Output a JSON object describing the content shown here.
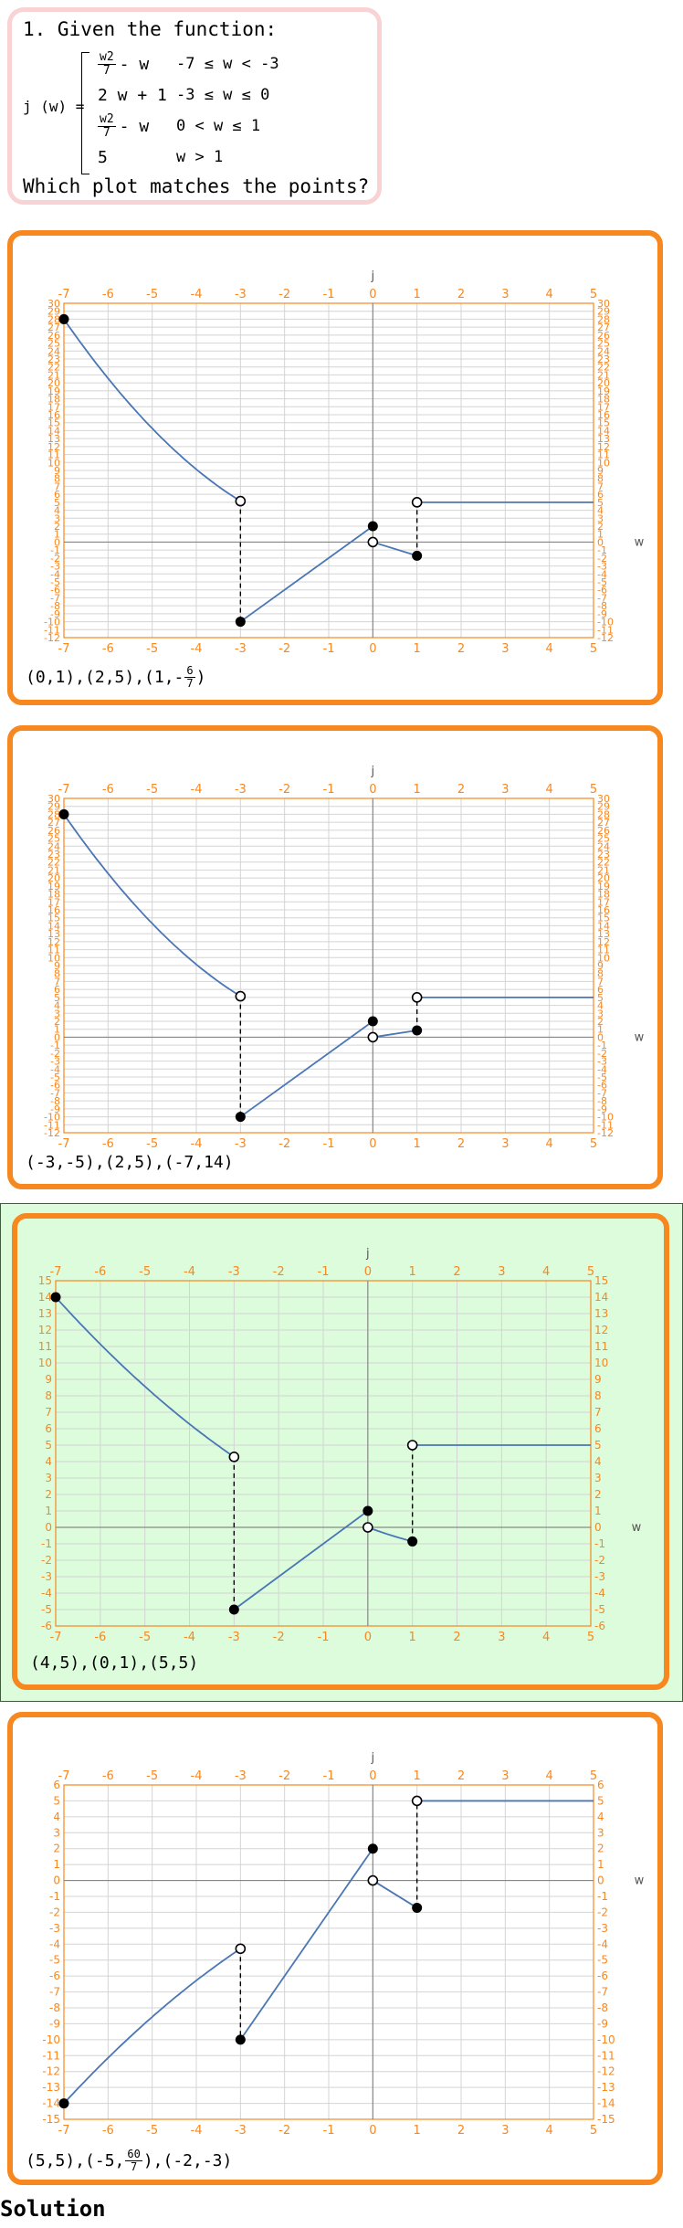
{
  "question": {
    "title": "1. Given the function:",
    "prompt": "Which plot matches the points?",
    "function_name": "j (w) =",
    "pieces": [
      {
        "expr_num": "w2",
        "expr_den": "7",
        "expr_rest": "- w",
        "cond": "-7 ≤ w < -3"
      },
      {
        "expr_plain": "2 w + 1",
        "cond": "-3 ≤ w ≤ 0"
      },
      {
        "expr_num": "w2",
        "expr_den": "7",
        "expr_rest": "- w",
        "cond": "0 < w ≤ 1"
      },
      {
        "expr_plain": "5",
        "cond": "w > 1"
      }
    ]
  },
  "options": [
    {
      "points_text": "(0,1),(2,5),(1,-",
      "points_frac_num": "6",
      "points_frac_den": "7",
      "points_tail": ")",
      "correct": false
    },
    {
      "points_text": "(-3,-5),(2,5),(-7,14)",
      "correct": false
    },
    {
      "points_text": "(4,5),(0,1),(5,5)",
      "correct": true
    },
    {
      "points_text": "(5,5),(-5,",
      "points_frac_num": "60",
      "points_frac_den": "7",
      "points_tail": "),(-2,-3)",
      "correct": false
    }
  ],
  "solution_label": "Solution",
  "colors": {
    "accent": "#f7871f",
    "curve": "#4a76b5",
    "correct_bg": "#dcfcdc",
    "question_border": "#f9d2d4"
  },
  "chart_data": [
    {
      "type": "line",
      "xlabel": "w",
      "ylabel": "j",
      "xlim": [
        -7,
        5
      ],
      "ylim": [
        -12,
        30
      ],
      "xticks": [
        -7,
        -6,
        -5,
        -4,
        -3,
        -2,
        -1,
        0,
        1,
        2,
        3,
        4,
        5
      ],
      "yticks": [
        -12,
        -11,
        -10,
        -9,
        -8,
        -7,
        -6,
        -5,
        -4,
        -3,
        -2,
        -1,
        0,
        1,
        2,
        3,
        4,
        5,
        6,
        7,
        8,
        9,
        10,
        11,
        12,
        13,
        14,
        15,
        16,
        17,
        18,
        19,
        20,
        21,
        22,
        23,
        24,
        25,
        26,
        27,
        28,
        29,
        30
      ],
      "series": [
        {
          "kind": "quadratic",
          "a": 0.5714,
          "b": 0,
          "c": 0,
          "from": -7,
          "to": -3
        },
        {
          "kind": "linear",
          "x": [
            -3,
            0
          ],
          "y": [
            -10,
            2
          ]
        },
        {
          "kind": "linear",
          "x": [
            0,
            1
          ],
          "y": [
            0,
            -1.714
          ]
        },
        {
          "kind": "linear",
          "x": [
            1,
            5
          ],
          "y": [
            5,
            5
          ]
        }
      ],
      "dashed": [
        {
          "x": -3,
          "y1": 5.143,
          "y2": -10
        },
        {
          "x": 1,
          "y1": -1.714,
          "y2": 5
        }
      ],
      "filled_points": [
        [
          -7,
          28
        ],
        [
          -3,
          -10
        ],
        [
          0,
          2
        ],
        [
          1,
          -1.714
        ]
      ],
      "open_points": [
        [
          -3,
          5.143
        ],
        [
          0,
          0
        ],
        [
          1,
          5
        ]
      ]
    },
    {
      "type": "line",
      "xlabel": "w",
      "ylabel": "j",
      "xlim": [
        -7,
        5
      ],
      "ylim": [
        -12,
        30
      ],
      "xticks": [
        -7,
        -6,
        -5,
        -4,
        -3,
        -2,
        -1,
        0,
        1,
        2,
        3,
        4,
        5
      ],
      "yticks": [
        -12,
        -11,
        -10,
        -9,
        -8,
        -7,
        -6,
        -5,
        -4,
        -3,
        -2,
        -1,
        0,
        1,
        2,
        3,
        4,
        5,
        6,
        7,
        8,
        9,
        10,
        11,
        12,
        13,
        14,
        15,
        16,
        17,
        18,
        19,
        20,
        21,
        22,
        23,
        24,
        25,
        26,
        27,
        28,
        29,
        30
      ],
      "series": [
        {
          "kind": "quadratic",
          "a": 0.5714,
          "b": 0,
          "c": 0,
          "from": -7,
          "to": -3
        },
        {
          "kind": "linear",
          "x": [
            -3,
            0
          ],
          "y": [
            -10,
            2
          ]
        },
        {
          "kind": "linear",
          "x": [
            0,
            1
          ],
          "y": [
            0,
            0.857
          ]
        },
        {
          "kind": "linear",
          "x": [
            1,
            5
          ],
          "y": [
            5,
            5
          ]
        }
      ],
      "dashed": [
        {
          "x": -3,
          "y1": 5.143,
          "y2": -10
        },
        {
          "x": 1,
          "y1": 0.857,
          "y2": 5
        }
      ],
      "filled_points": [
        [
          -7,
          28
        ],
        [
          -3,
          -10
        ],
        [
          0,
          2
        ],
        [
          1,
          0.857
        ]
      ],
      "open_points": [
        [
          -3,
          5.143
        ],
        [
          0,
          0
        ],
        [
          1,
          5
        ]
      ]
    },
    {
      "type": "line",
      "xlabel": "w",
      "ylabel": "j",
      "xlim": [
        -7,
        5
      ],
      "ylim": [
        -6,
        15
      ],
      "xticks": [
        -7,
        -6,
        -5,
        -4,
        -3,
        -2,
        -1,
        0,
        1,
        2,
        3,
        4,
        5
      ],
      "yticks": [
        -6,
        -5,
        -4,
        -3,
        -2,
        -1,
        0,
        1,
        2,
        3,
        4,
        5,
        6,
        7,
        8,
        9,
        10,
        11,
        12,
        13,
        14,
        15
      ],
      "series": [
        {
          "kind": "quadratic",
          "a": 0.142857,
          "b": -1,
          "c": 0,
          "from": -7,
          "to": -3
        },
        {
          "kind": "linear",
          "x": [
            -3,
            0
          ],
          "y": [
            -5,
            1
          ]
        },
        {
          "kind": "quadratic",
          "a": 0.142857,
          "b": -1,
          "c": 0,
          "from": 0,
          "to": 1
        },
        {
          "kind": "linear",
          "x": [
            1,
            5
          ],
          "y": [
            5,
            5
          ]
        }
      ],
      "dashed": [
        {
          "x": -3,
          "y1": 4.286,
          "y2": -5
        },
        {
          "x": 1,
          "y1": -0.857,
          "y2": 5
        }
      ],
      "filled_points": [
        [
          -7,
          14
        ],
        [
          -3,
          -5
        ],
        [
          0,
          1
        ],
        [
          1,
          -0.857
        ]
      ],
      "open_points": [
        [
          -3,
          4.286
        ],
        [
          0,
          0
        ],
        [
          1,
          5
        ]
      ]
    },
    {
      "type": "line",
      "xlabel": "w",
      "ylabel": "j",
      "xlim": [
        -7,
        5
      ],
      "ylim": [
        -15,
        6
      ],
      "xticks": [
        -7,
        -6,
        -5,
        -4,
        -3,
        -2,
        -1,
        0,
        1,
        2,
        3,
        4,
        5
      ],
      "yticks": [
        -15,
        -14,
        -13,
        -12,
        -11,
        -10,
        -9,
        -8,
        -7,
        -6,
        -5,
        -4,
        -3,
        -2,
        -1,
        0,
        1,
        2,
        3,
        4,
        5,
        6
      ],
      "series": [
        {
          "kind": "quadratic",
          "a": -0.142857,
          "b": 1,
          "c": 0,
          "from": -7,
          "to": -3
        },
        {
          "kind": "linear",
          "x": [
            -3,
            0
          ],
          "y": [
            -10,
            2
          ]
        },
        {
          "kind": "linear",
          "x": [
            0,
            1
          ],
          "y": [
            0,
            -1.714
          ]
        },
        {
          "kind": "linear",
          "x": [
            1,
            5
          ],
          "y": [
            5,
            5
          ]
        }
      ],
      "dashed": [
        {
          "x": -3,
          "y1": -4.286,
          "y2": -10
        },
        {
          "x": 1,
          "y1": -1.714,
          "y2": 5
        }
      ],
      "filled_points": [
        [
          -7,
          -14
        ],
        [
          -3,
          -10
        ],
        [
          0,
          2
        ],
        [
          1,
          -1.714
        ]
      ],
      "open_points": [
        [
          -3,
          -4.286
        ],
        [
          0,
          0
        ],
        [
          1,
          5
        ]
      ]
    }
  ]
}
